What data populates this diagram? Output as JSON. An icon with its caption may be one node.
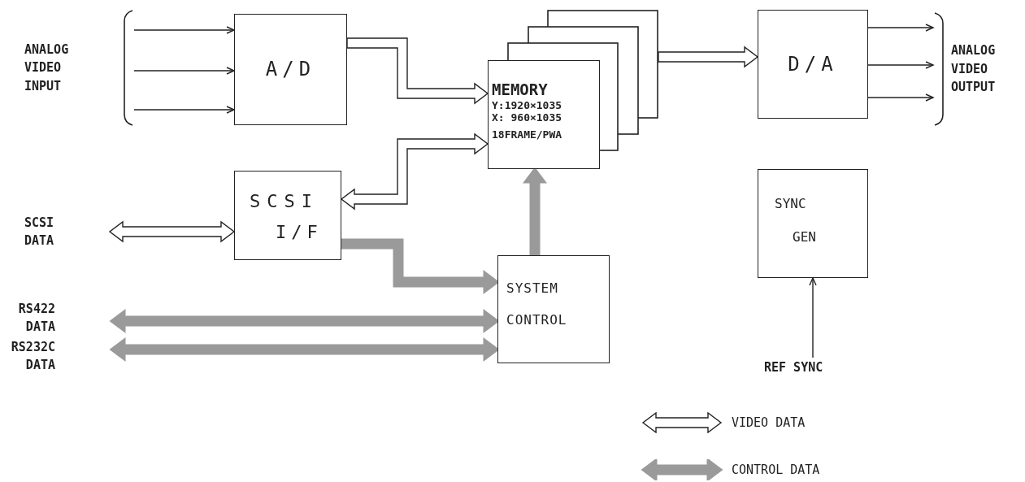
{
  "diagram": {
    "nodes": [
      {
        "text": [
          "ANALOG VIDEO INPUT"
        ]
      },
      {
        "text": [
          "A/D"
        ]
      },
      {
        "text": [
          "MEMORY",
          "Y:1920×1035",
          "X: 960×1035",
          "18FRAME/PWA"
        ]
      },
      {
        "text": [
          "D/A"
        ]
      },
      {
        "text": [
          "ANALOG VIDEO OUTPUT"
        ]
      },
      {
        "text": [
          "SCSI DATA"
        ]
      },
      {
        "text": [
          "SCSI",
          "I/F"
        ]
      },
      {
        "text": [
          "SYSTEM",
          "CONTROL"
        ]
      },
      {
        "text": [
          "RS422 DATA"
        ]
      },
      {
        "text": [
          "RS232C DATA"
        ]
      },
      {
        "text": [
          "SYNC",
          "GEN"
        ]
      },
      {
        "text": [
          "REF SYNC"
        ]
      }
    ],
    "edges": [
      {
        "from": 0,
        "to": 1,
        "arrow": "to"
      },
      {
        "from": 0,
        "to": 1,
        "arrow": "to"
      },
      {
        "from": 0,
        "to": 1,
        "arrow": "to"
      },
      {
        "from": 1,
        "to": 2,
        "arrow": "to"
      },
      {
        "from": 2,
        "to": 6,
        "arrow": "both"
      },
      {
        "from": 5,
        "to": 6,
        "arrow": "both"
      },
      {
        "from": 6,
        "to": 7,
        "arrow": "to",
        "style": "thick",
        "color": "#9a9a9a"
      },
      {
        "from": 7,
        "to": 2,
        "arrow": "to",
        "style": "thick",
        "color": "#9a9a9a"
      },
      {
        "from": 8,
        "to": 7,
        "arrow": "both",
        "style": "thick",
        "color": "#9a9a9a"
      },
      {
        "from": 9,
        "to": 7,
        "arrow": "both",
        "style": "thick",
        "color": "#9a9a9a"
      },
      {
        "from": 2,
        "to": 3,
        "arrow": "to"
      },
      {
        "from": 3,
        "to": 4,
        "arrow": "to"
      },
      {
        "from": 3,
        "to": 4,
        "arrow": "to"
      },
      {
        "from": 3,
        "to": 4,
        "arrow": "to"
      },
      {
        "from": 11,
        "to": 10,
        "arrow": "to"
      }
    ],
    "legend": [
      {
        "text": "VIDEO DATA"
      },
      {
        "text": "CONTROL DATA"
      }
    ]
  }
}
